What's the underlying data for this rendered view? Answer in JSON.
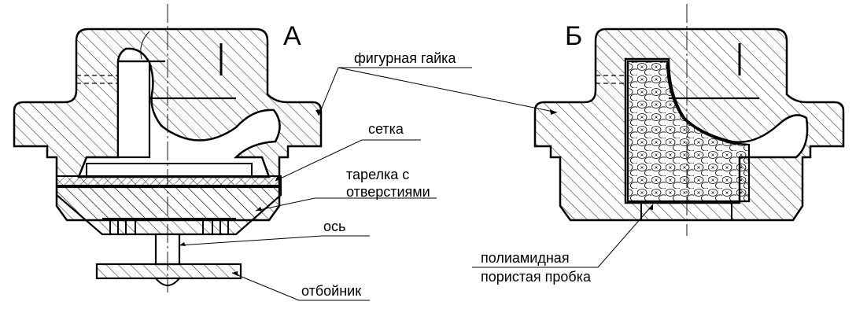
{
  "views": {
    "a": "А",
    "b": "Б"
  },
  "labels": {
    "nut": "фигурная гайка",
    "mesh": "сетка",
    "plate_line1": "тарелка с",
    "plate_line2": "отверстиями",
    "axle": "ось",
    "deflector": "отбойник",
    "plug_line1": "полиамидная",
    "plug_line2": "пористая пробка"
  },
  "colors": {
    "ink": "#000000",
    "background": "#ffffff"
  }
}
